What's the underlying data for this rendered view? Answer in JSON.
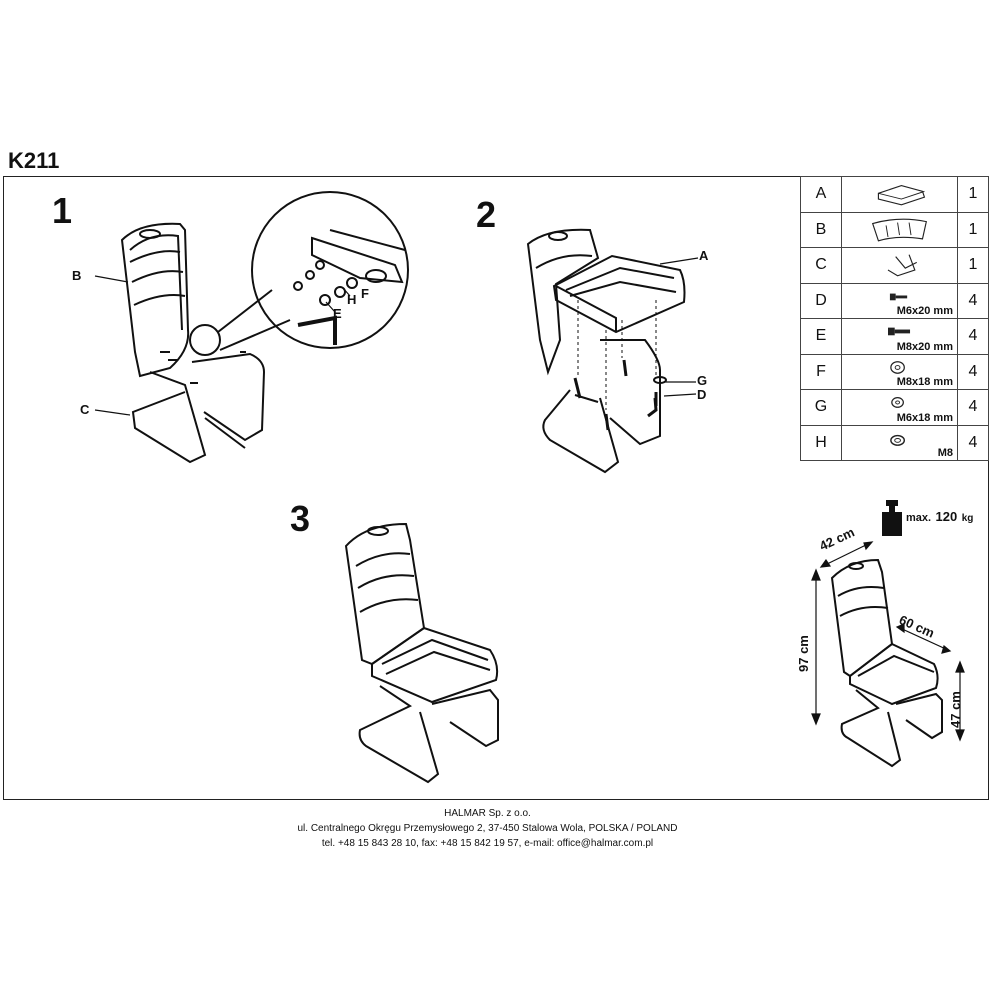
{
  "model": "K211",
  "steps": [
    "1",
    "2",
    "3"
  ],
  "callouts": {
    "step1": [
      "B",
      "C",
      "E",
      "H",
      "F"
    ],
    "step2": [
      "A",
      "G",
      "D"
    ]
  },
  "parts": [
    {
      "letter": "A",
      "spec": "",
      "qty": "1",
      "icon": "seat-icon"
    },
    {
      "letter": "B",
      "spec": "",
      "qty": "1",
      "icon": "backrest-icon"
    },
    {
      "letter": "C",
      "spec": "",
      "qty": "1",
      "icon": "frame-icon"
    },
    {
      "letter": "D",
      "spec": "M6x20 mm",
      "qty": "4",
      "icon": "bolt-icon"
    },
    {
      "letter": "E",
      "spec": "M8x20 mm",
      "qty": "4",
      "icon": "bolt-icon"
    },
    {
      "letter": "F",
      "spec": "M8x18 mm",
      "qty": "4",
      "icon": "washer-icon"
    },
    {
      "letter": "G",
      "spec": "M6x18 mm",
      "qty": "4",
      "icon": "washer-icon"
    },
    {
      "letter": "H",
      "spec": "M8",
      "qty": "4",
      "icon": "spring-washer-icon"
    }
  ],
  "max_load": {
    "prefix": "max.",
    "value": "120",
    "unit": "kg"
  },
  "dimensions": {
    "depth": "42 cm",
    "width": "60 cm",
    "height": "97 cm",
    "seat_height": "47 cm"
  },
  "footer": {
    "company": "HALMAR Sp. z o.o.",
    "address": "ul. Centralnego Okręgu Przemysłowego 2, 37-450 Stalowa Wola, POLSKA / POLAND",
    "contact": "tel. +48 15 843 28 10, fax: +48 15 842 19 57, e-mail: office@halmar.com.pl"
  }
}
